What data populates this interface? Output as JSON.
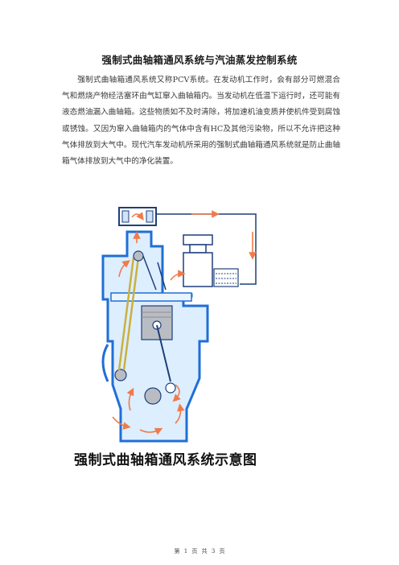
{
  "document": {
    "title": "强制式曲轴箱通风系统与汽油蒸发控制系统",
    "paragraph": "强制式曲轴箱通风系统又称PCV系统。在发动机工作时，会有部分可燃混合气和燃烧产物经活塞环由气缸窜入曲轴箱内。当发动机在低温下运行时，还可能有液态燃油漏入曲轴箱。这些物质如不及时清除，将加速机油变质并使机件受到腐蚀或锈蚀。又因为窜入曲轴箱内的气体中含有HC及其他污染物，所以不允许把这种气体排放到大气中。现代汽车发动机所采用的强制式曲轴箱通风系统就是防止曲轴箱气体排放到大气中的净化装置。",
    "figure_caption": "强制式曲轴箱通风系统示意图",
    "footer": "第 1 页 共 3 页"
  },
  "colors": {
    "engine_blue": "#1f6fd6",
    "engine_fill": "#ddeeff",
    "flow_arrow": "#f07a4a"
  }
}
